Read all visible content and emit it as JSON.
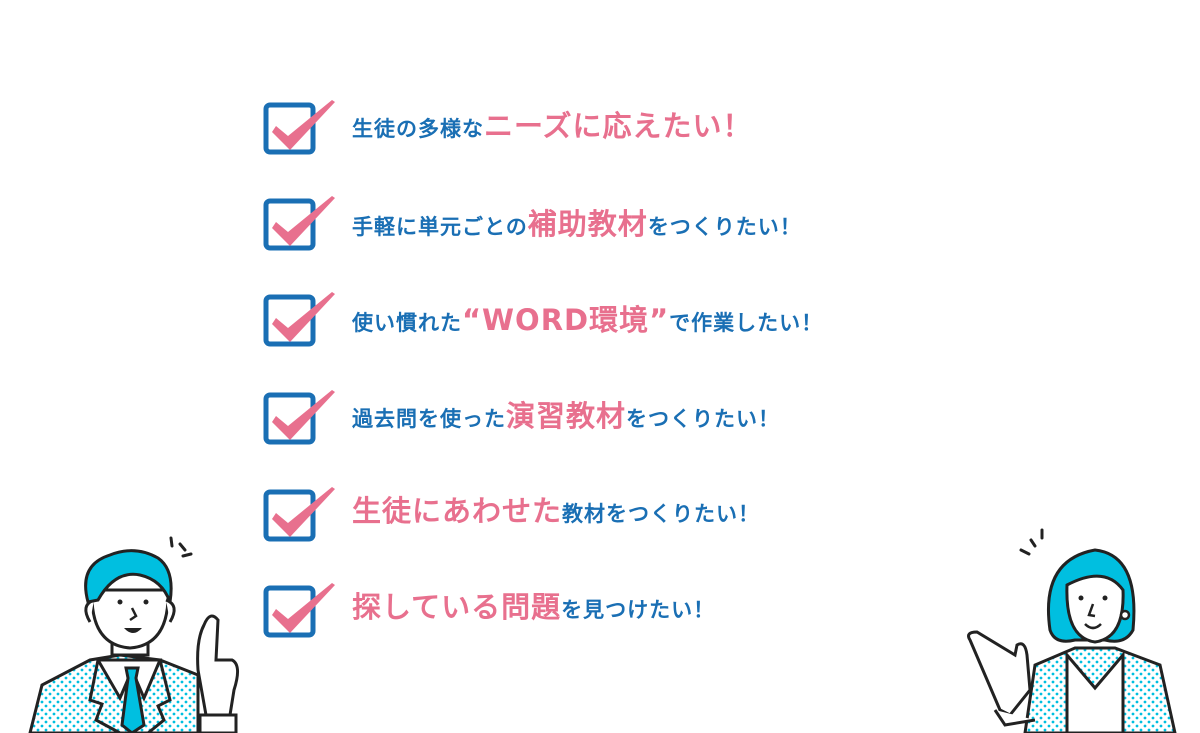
{
  "colors": {
    "blue": "#1a6fb4",
    "pink": "#e8708e",
    "cyan": "#00bfe0",
    "outline": "#222222"
  },
  "checklist": {
    "items": [
      {
        "segments": [
          {
            "text": "生徒の多様な",
            "style": "blue"
          },
          {
            "text": "ニーズに応えたい！",
            "style": "pink"
          }
        ]
      },
      {
        "segments": [
          {
            "text": "手軽に単元ごとの",
            "style": "blue"
          },
          {
            "text": "補助教材",
            "style": "pink"
          },
          {
            "text": "をつくりたい！",
            "style": "blue"
          }
        ]
      },
      {
        "segments": [
          {
            "text": "使い慣れた",
            "style": "blue"
          },
          {
            "text": "“WORD環境”",
            "style": "pink"
          },
          {
            "text": "で作業したい！",
            "style": "blue"
          }
        ]
      },
      {
        "segments": [
          {
            "text": "過去問を使った",
            "style": "blue"
          },
          {
            "text": "演習教材",
            "style": "pink"
          },
          {
            "text": "をつくりたい！",
            "style": "blue"
          }
        ]
      },
      {
        "segments": [
          {
            "text": "生徒にあわせた",
            "style": "pink"
          },
          {
            "text": "教材をつくりたい！",
            "style": "blue"
          }
        ]
      },
      {
        "segments": [
          {
            "text": "探している問題",
            "style": "pink"
          },
          {
            "text": "を見つけたい！",
            "style": "blue"
          }
        ]
      }
    ]
  },
  "illustrations": {
    "left": "man-pointing-finger-icon",
    "right": "woman-presenting-hand-icon"
  }
}
